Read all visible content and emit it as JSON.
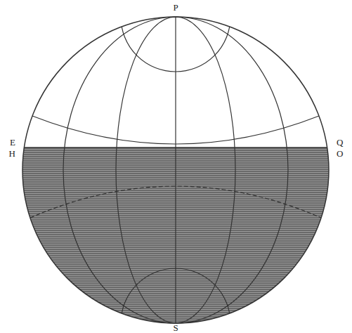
{
  "diagram": {
    "labels": [
      "P",
      "E",
      "H",
      "Q",
      "O",
      "S"
    ]
  }
}
